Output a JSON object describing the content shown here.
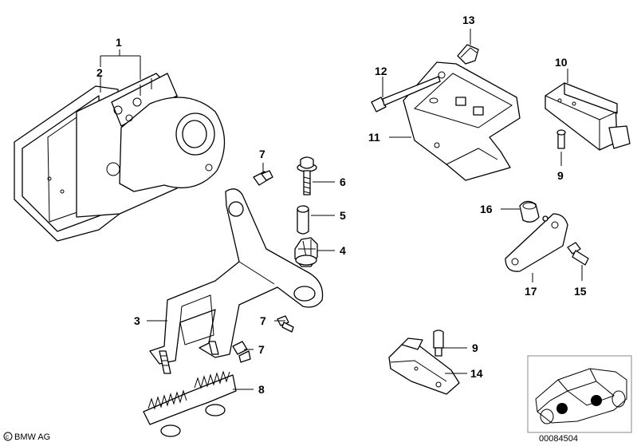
{
  "callouts": {
    "c1": "1",
    "c2": "2",
    "c3": "3",
    "c4": "4",
    "c5": "5",
    "c6": "6",
    "c7a": "7",
    "c7b": "7",
    "c7c": "7",
    "c8": "8",
    "c9a": "9",
    "c9b": "9",
    "c10": "10",
    "c11": "11",
    "c12": "12",
    "c13": "13",
    "c14": "14",
    "c15": "15",
    "c16": "16",
    "c17": "17"
  },
  "footer": {
    "brand": "BMW AG",
    "diagram_number": "00084504"
  }
}
